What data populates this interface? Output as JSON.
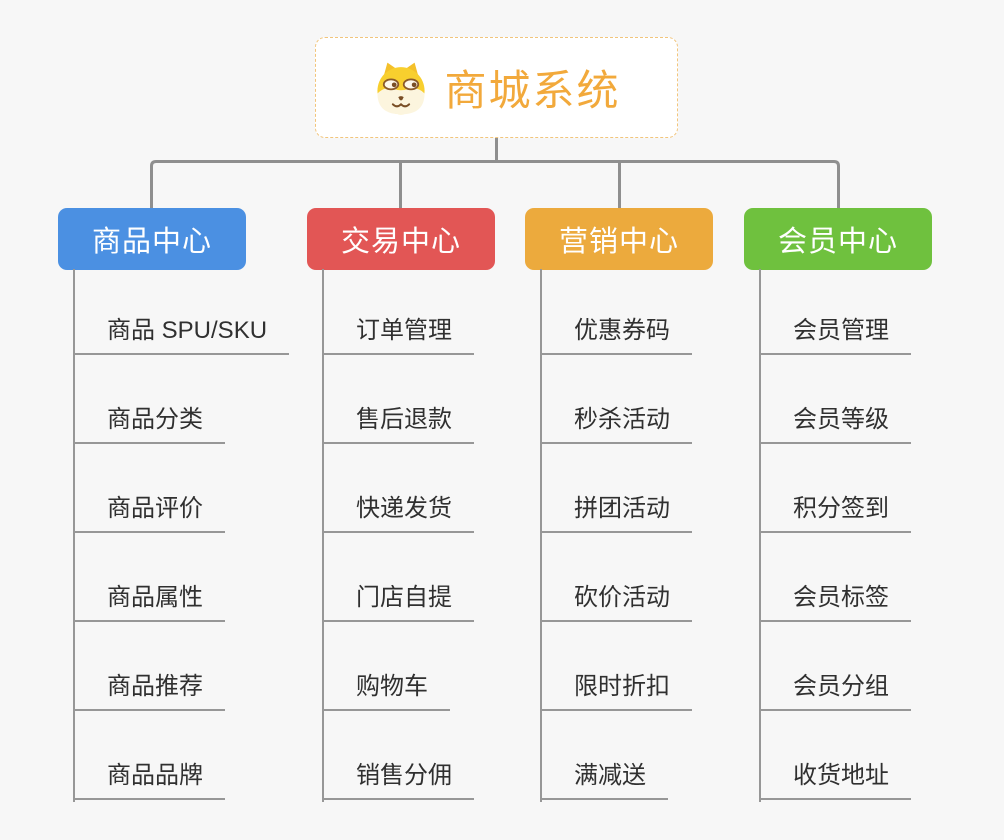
{
  "canvas": {
    "background": "#f7f7f7",
    "connector_color": "#8f8f8f"
  },
  "root": {
    "label": "商城系统",
    "icon": "doge-icon",
    "text_color": "#f2a93b",
    "border_color": "#f2c57c"
  },
  "branches": [
    {
      "label": "商品中心",
      "color": "#4b90e2",
      "items": [
        "商品 SPU/SKU",
        "商品分类",
        "商品评价",
        "商品属性",
        "商品推荐",
        "商品品牌"
      ]
    },
    {
      "label": "交易中心",
      "color": "#e25655",
      "items": [
        "订单管理",
        "售后退款",
        "快递发货",
        "门店自提",
        "购物车",
        "销售分佣"
      ]
    },
    {
      "label": "营销中心",
      "color": "#ecaa3d",
      "items": [
        "优惠券码",
        "秒杀活动",
        "拼团活动",
        "砍价活动",
        "限时折扣",
        "满减送"
      ]
    },
    {
      "label": "会员中心",
      "color": "#6fc13e",
      "items": [
        "会员管理",
        "会员等级",
        "积分签到",
        "会员标签",
        "会员分组",
        "收货地址"
      ]
    }
  ]
}
